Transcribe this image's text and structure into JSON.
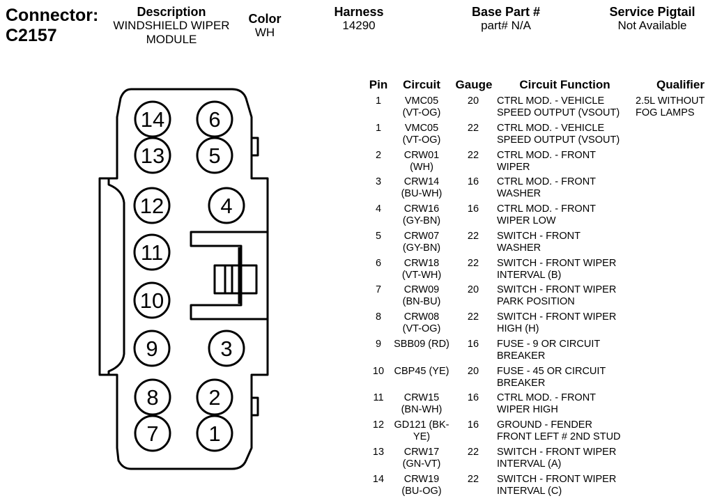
{
  "connector": {
    "label": "Connector:",
    "id": "C2157"
  },
  "header": {
    "description": {
      "heading": "Description",
      "line1": "WINDSHIELD WIPER",
      "line2": "MODULE"
    },
    "color": {
      "heading": "Color",
      "value": "WH"
    },
    "harness": {
      "heading": "Harness",
      "value": "14290"
    },
    "base_part": {
      "heading": "Base Part #",
      "value": "part# N/A"
    },
    "service_pigtail": {
      "heading": "Service Pigtail",
      "value": "Not Available"
    }
  },
  "table": {
    "columns": {
      "pin": "Pin",
      "circuit": "Circuit",
      "gauge": "Gauge",
      "function": "Circuit Function",
      "qualifier": "Qualifier"
    },
    "rows": [
      {
        "pin": "1",
        "circuit1": "VMC05",
        "circuit2": "(VT-OG)",
        "gauge": "20",
        "func1": "CTRL MOD. - VEHICLE",
        "func2": "SPEED OUTPUT (VSOUT)",
        "qual1": "2.5L WITHOUT",
        "qual2": "FOG LAMPS"
      },
      {
        "pin": "1",
        "circuit1": "VMC05",
        "circuit2": "(VT-OG)",
        "gauge": "22",
        "func1": "CTRL MOD. - VEHICLE",
        "func2": "SPEED OUTPUT (VSOUT)",
        "qual1": "",
        "qual2": ""
      },
      {
        "pin": "2",
        "circuit1": "CRW01",
        "circuit2": "(WH)",
        "gauge": "22",
        "func1": "CTRL MOD. - FRONT",
        "func2": "WIPER",
        "qual1": "",
        "qual2": ""
      },
      {
        "pin": "3",
        "circuit1": "CRW14",
        "circuit2": "(BU-WH)",
        "gauge": "16",
        "func1": "CTRL MOD. - FRONT",
        "func2": "WASHER",
        "qual1": "",
        "qual2": ""
      },
      {
        "pin": "4",
        "circuit1": "CRW16",
        "circuit2": "(GY-BN)",
        "gauge": "16",
        "func1": "CTRL MOD. - FRONT",
        "func2": "WIPER LOW",
        "qual1": "",
        "qual2": ""
      },
      {
        "pin": "5",
        "circuit1": "CRW07",
        "circuit2": "(GY-BN)",
        "gauge": "22",
        "func1": "SWITCH - FRONT",
        "func2": "WASHER",
        "qual1": "",
        "qual2": ""
      },
      {
        "pin": "6",
        "circuit1": "CRW18",
        "circuit2": "(VT-WH)",
        "gauge": "22",
        "func1": "SWITCH - FRONT WIPER",
        "func2": "INTERVAL (B)",
        "qual1": "",
        "qual2": ""
      },
      {
        "pin": "7",
        "circuit1": "CRW09",
        "circuit2": "(BN-BU)",
        "gauge": "20",
        "func1": "SWITCH - FRONT WIPER",
        "func2": "PARK POSITION",
        "qual1": "",
        "qual2": ""
      },
      {
        "pin": "8",
        "circuit1": "CRW08",
        "circuit2": "(VT-OG)",
        "gauge": "22",
        "func1": "SWITCH - FRONT WIPER",
        "func2": "HIGH (H)",
        "qual1": "",
        "qual2": ""
      },
      {
        "pin": "9",
        "circuit1": "SBB09 (RD)",
        "circuit2": "",
        "gauge": "16",
        "func1": "FUSE - 9 OR CIRCUIT",
        "func2": "BREAKER",
        "qual1": "",
        "qual2": ""
      },
      {
        "pin": "10",
        "circuit1": "CBP45 (YE)",
        "circuit2": "",
        "gauge": "20",
        "func1": "FUSE - 45 OR CIRCUIT",
        "func2": "BREAKER",
        "qual1": "",
        "qual2": ""
      },
      {
        "pin": "11",
        "circuit1": "CRW15",
        "circuit2": "(BN-WH)",
        "gauge": "16",
        "func1": "CTRL MOD. - FRONT",
        "func2": "WIPER HIGH",
        "qual1": "",
        "qual2": ""
      },
      {
        "pin": "12",
        "circuit1": "GD121 (BK-",
        "circuit2": "YE)",
        "gauge": "16",
        "func1": "GROUND - FENDER",
        "func2": "FRONT LEFT # 2ND STUD",
        "qual1": "",
        "qual2": ""
      },
      {
        "pin": "13",
        "circuit1": "CRW17",
        "circuit2": "(GN-VT)",
        "gauge": "22",
        "func1": "SWITCH - FRONT WIPER",
        "func2": "INTERVAL (A)",
        "qual1": "",
        "qual2": ""
      },
      {
        "pin": "14",
        "circuit1": "CRW19",
        "circuit2": "(BU-OG)",
        "gauge": "22",
        "func1": "SWITCH - FRONT WIPER",
        "func2": "INTERVAL (C)",
        "qual1": "",
        "qual2": ""
      }
    ]
  },
  "diagram": {
    "pins": [
      "14",
      "6",
      "13",
      "5",
      "12",
      "4",
      "11",
      "10",
      "9",
      "3",
      "8",
      "2",
      "7",
      "1"
    ]
  }
}
